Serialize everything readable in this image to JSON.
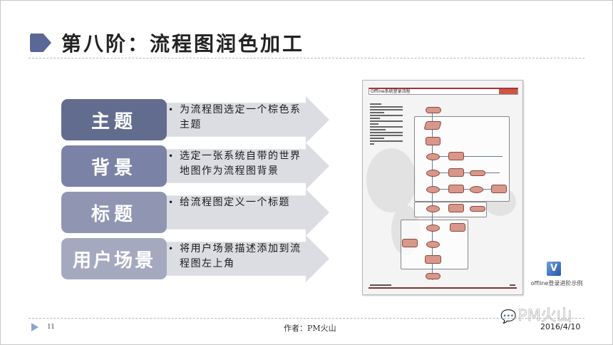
{
  "slide": {
    "title": "第八阶：流程图润色加工",
    "rows": [
      {
        "label": "主题",
        "color": "#626c8f",
        "bullet": "•",
        "text": "为流程图选定一个棕色系主题"
      },
      {
        "label": "背景",
        "color": "#7a83a5",
        "bullet": "•",
        "text": "选定一张系统自带的世界地图作为流程图背景"
      },
      {
        "label": "标题",
        "color": "#9096b2",
        "bullet": "•",
        "text": "给流程图定义一个标题"
      },
      {
        "label": "用户场景",
        "color": "#a5a9c0",
        "bullet": "•",
        "text": "将用户场景描述添加到流程图左上角"
      }
    ]
  },
  "thumbnail": {
    "header_text": "Offline系统登录流程",
    "accent_color": "#cc5544",
    "node_color": "#d8978a"
  },
  "attachment": {
    "icon": "visio-file-icon",
    "icon_glyph": "V",
    "caption": "offline登录进阶示例"
  },
  "footer": {
    "page_number": "11",
    "author": "作者：PM火山",
    "date": "2016/4/10",
    "watermark": "PM火山",
    "watermark_icon": "wechat-icon"
  }
}
